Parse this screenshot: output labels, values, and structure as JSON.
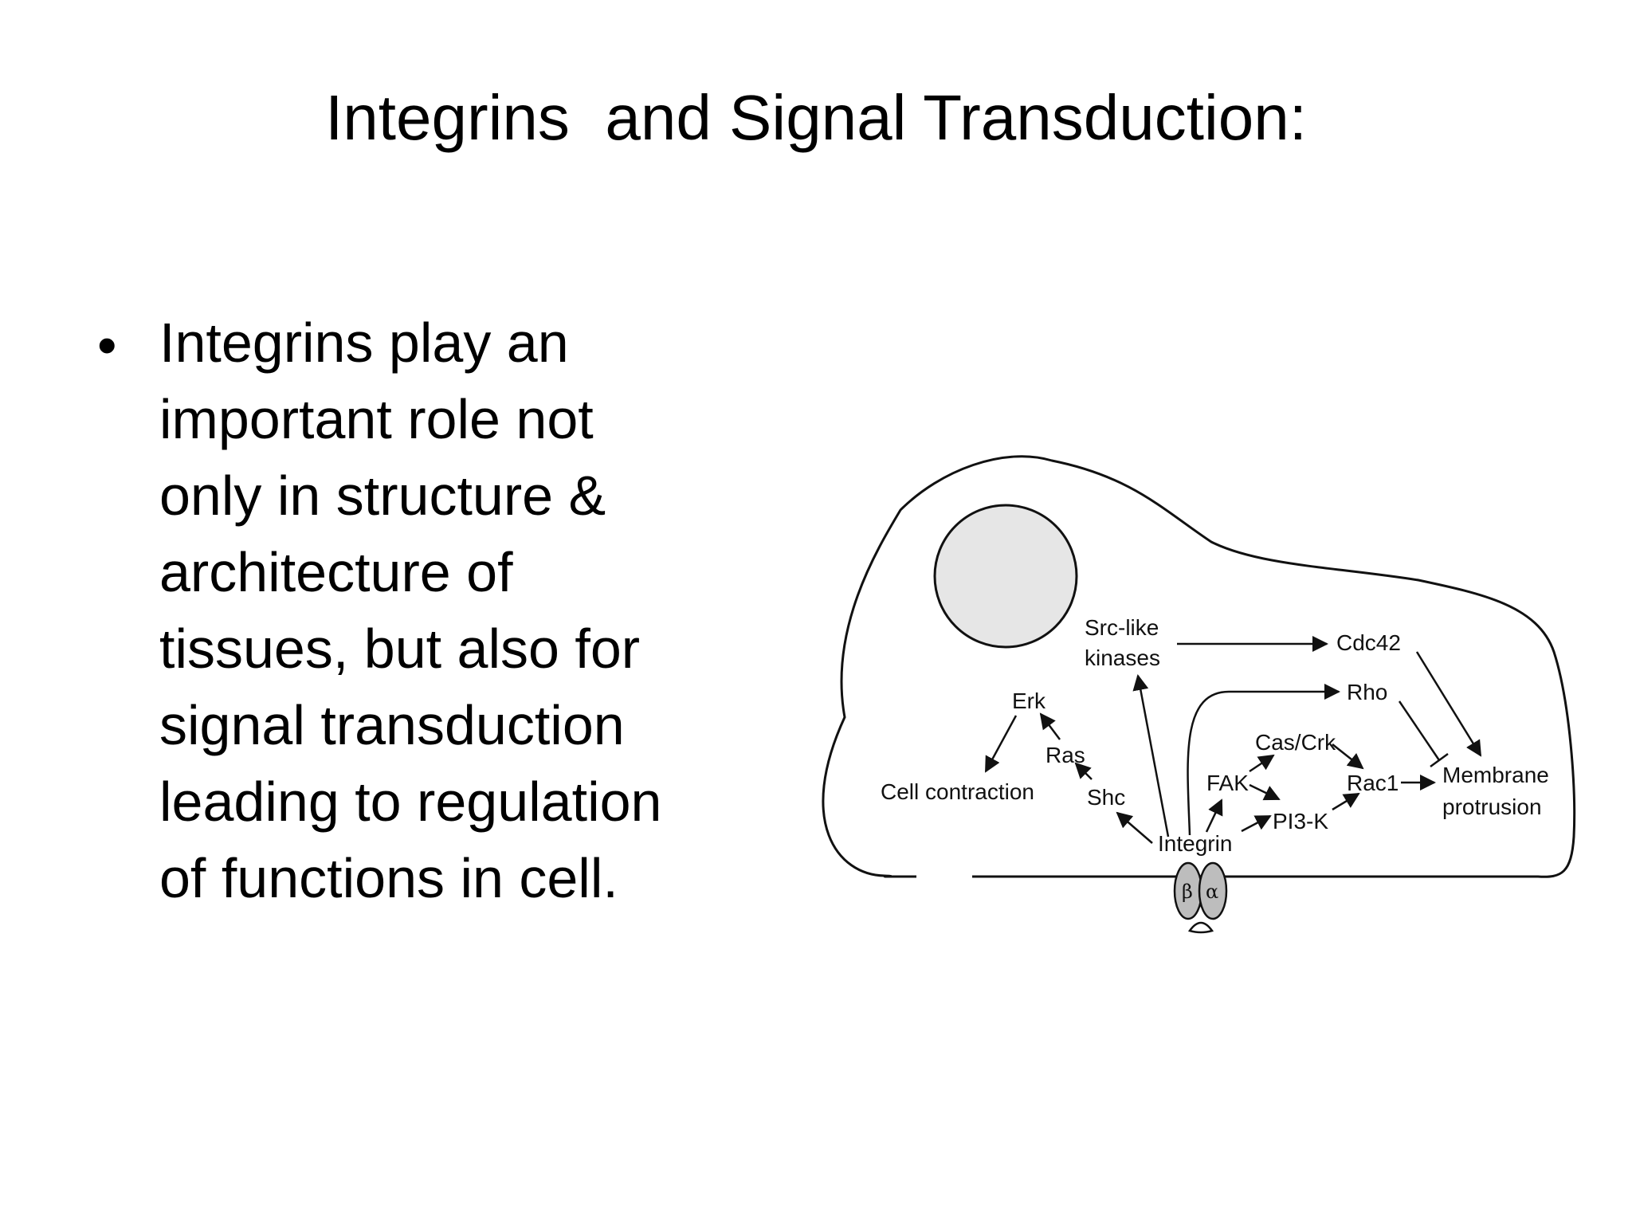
{
  "slide": {
    "title": "Integrins  and Signal Transduction:",
    "bullet_symbol": "•",
    "bullet_lines": [
      "Integrins play an",
      "important role not",
      "only in structure &",
      "architecture of",
      "tissues, but also for",
      "signal transduction",
      "leading to regulation",
      "of functions in cell."
    ]
  },
  "diagram": {
    "labels": {
      "src": [
        "Src-like",
        "kinases"
      ],
      "cdc42": "Cdc42",
      "rho": "Rho",
      "erk": "Erk",
      "ras": "Ras",
      "cas_crk": "Cas/Crk",
      "fak": "FAK",
      "rac1": "Rac1",
      "membrane": [
        "Membrane",
        "protrusion"
      ],
      "cell_contraction": "Cell contraction",
      "shc": "Shc",
      "pi3k": "PI3-K",
      "integrin": "Integrin",
      "beta": "β",
      "alpha": "α"
    },
    "colors": {
      "nucleus_fill": "#e6e6e6",
      "integrin_fill": "#bdbdbd",
      "stroke": "#111111"
    }
  }
}
